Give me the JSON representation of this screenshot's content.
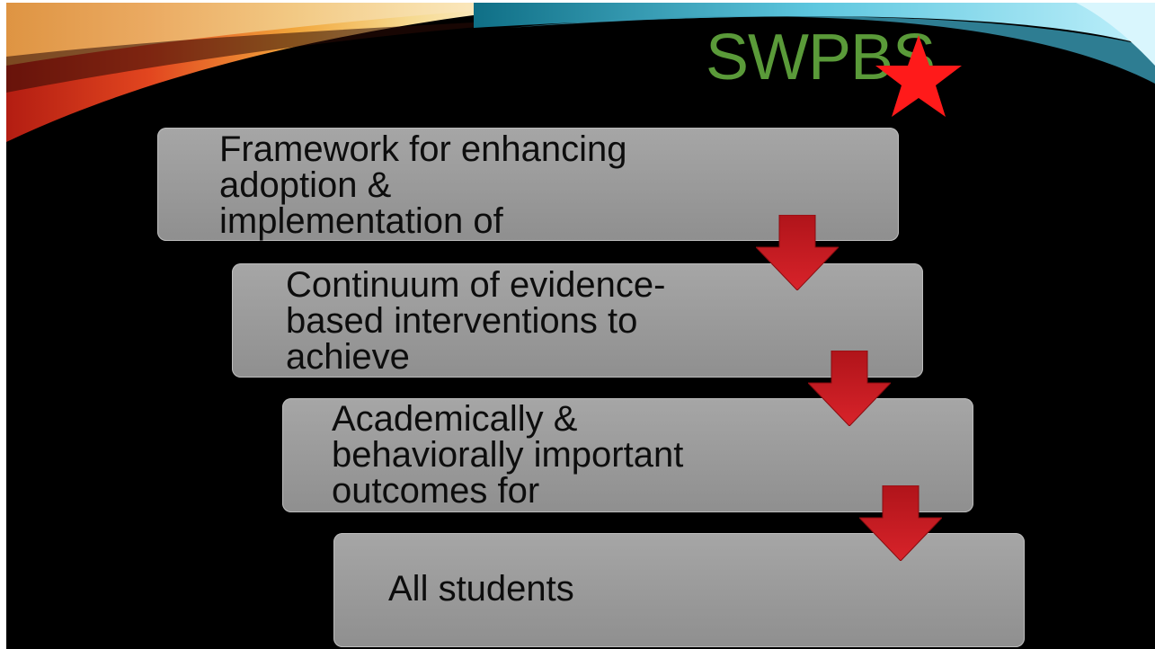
{
  "slide": {
    "title": "SWPBS",
    "title_suffix": "s",
    "star_icon": "red-star-icon",
    "colors": {
      "background": "#000000",
      "title": "#5a9a39",
      "box": "#a6a6a6",
      "arrow": "#c0161b",
      "star": "#ff1a1a"
    }
  },
  "steps": [
    {
      "lines": [
        "Framework for enhancing",
        "adoption &",
        "implementation of"
      ]
    },
    {
      "lines": [
        "Continuum of evidence-",
        "based interventions to",
        "achieve"
      ]
    },
    {
      "lines": [
        "Academically &",
        "behaviorally important",
        "outcomes for"
      ]
    },
    {
      "lines": [
        "All students"
      ]
    }
  ],
  "arrow_icon": "down-arrow-icon"
}
